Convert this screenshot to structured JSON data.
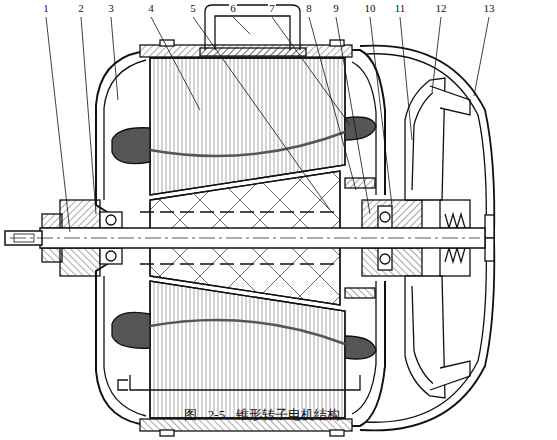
{
  "diagram": {
    "caption": "图 2-5 锥形转子电机结构",
    "labels": [
      "1",
      "2",
      "3",
      "4",
      "5",
      "6",
      "7",
      "8",
      "9",
      "10",
      "11",
      "12",
      "13"
    ]
  }
}
